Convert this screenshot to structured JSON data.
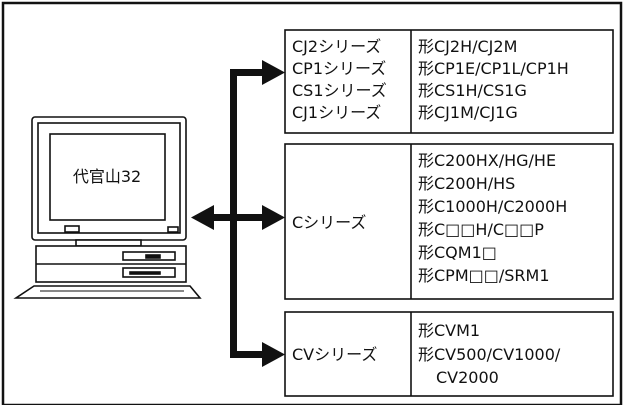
{
  "computer": {
    "screen_label": "代官山32"
  },
  "groups": [
    {
      "series": [
        "CJ2シリーズ",
        "CP1シリーズ",
        "CS1シリーズ",
        "CJ1シリーズ"
      ],
      "models": [
        "形CJ2H/CJ2M",
        "形CP1E/CP1L/CP1H",
        "形CS1H/CS1G",
        "形CJ1M/CJ1G"
      ]
    },
    {
      "series": [
        "Cシリーズ"
      ],
      "models": [
        "形C200HX/HG/HE",
        "形C200H/HS",
        "形C1000H/C2000H",
        "形C□□H/C□□P",
        "形CQM1□",
        "形CPM□□/SRM1"
      ]
    },
    {
      "series": [
        "CVシリーズ"
      ],
      "models": [
        "形CVM1",
        "形CV500/CV1000/",
        "CV2000"
      ]
    }
  ]
}
